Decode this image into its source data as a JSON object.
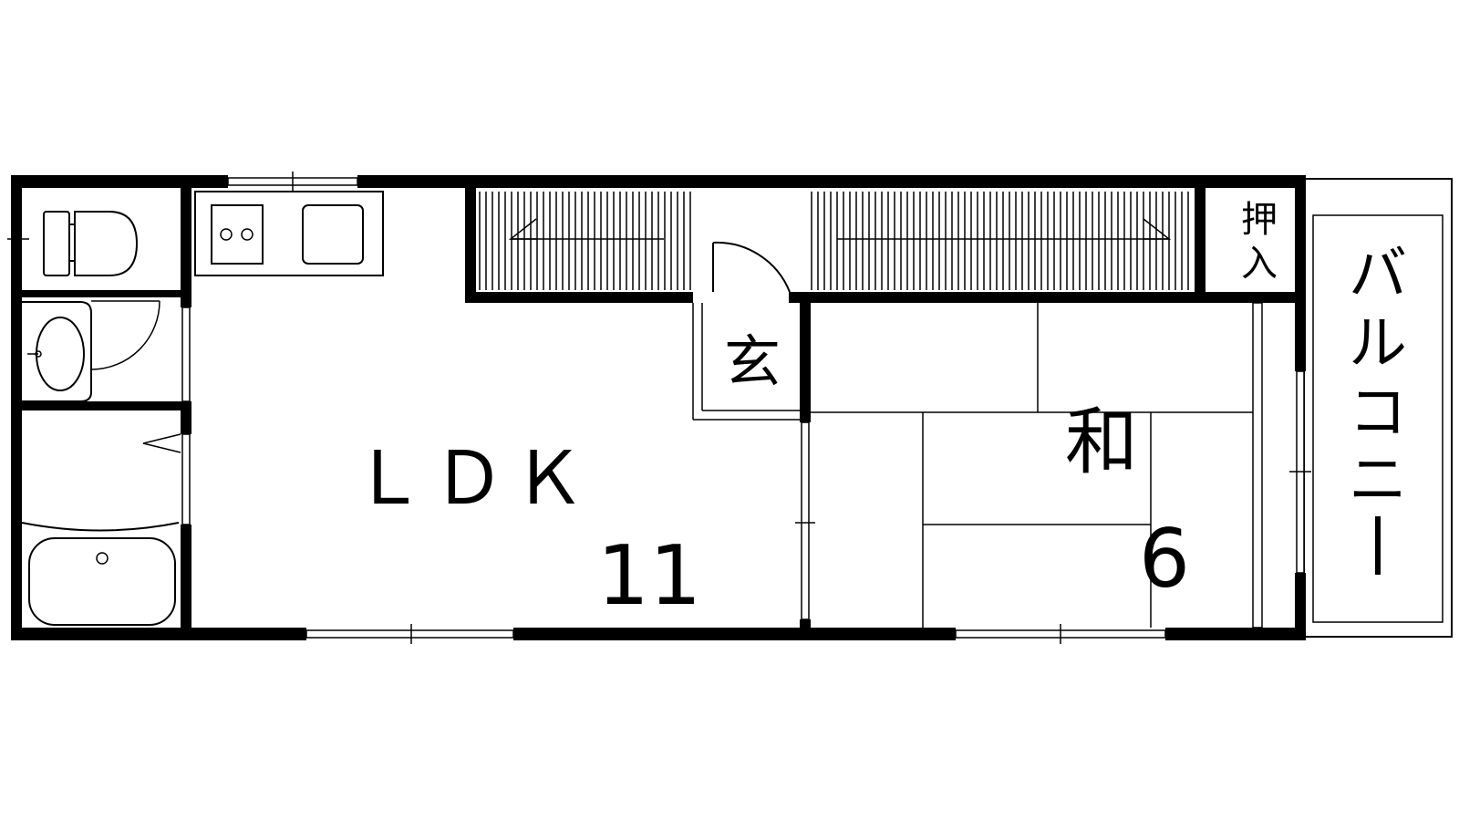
{
  "rooms": {
    "ldk_name": "ＬＤＫ",
    "ldk_size": "11",
    "washitsu_name": "和",
    "washitsu_size": "6",
    "genkan": "玄",
    "oshiire_1": "押",
    "oshiire_2": "入",
    "balcony": [
      "バ",
      "ル",
      "コ",
      "ニ",
      "ー"
    ]
  }
}
